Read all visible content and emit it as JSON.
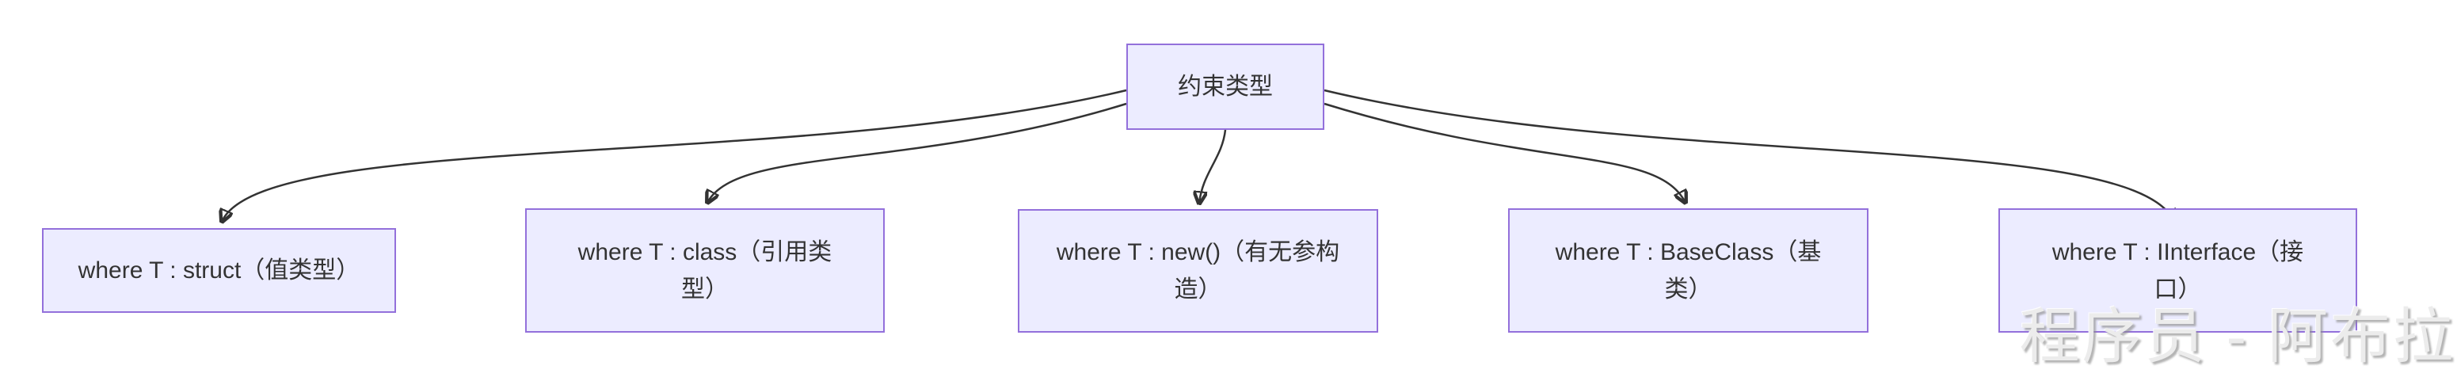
{
  "diagram": {
    "root": {
      "label": "约束类型",
      "lines": [
        "约束类型"
      ]
    },
    "children": [
      {
        "label": "where T : struct（值类型）",
        "lines": [
          "where T : struct（值类型）"
        ]
      },
      {
        "label": "where T : class（引用类型）",
        "lines": [
          "where T : class（引用类",
          "型）"
        ]
      },
      {
        "label": "where T : new()（有无参构造）",
        "lines": [
          "where T : new()（有无参构",
          "造）"
        ]
      },
      {
        "label": "where T : BaseClass（基类）",
        "lines": [
          "where T : BaseClass（基",
          "类）"
        ]
      },
      {
        "label": "where T : IInterface（接口）",
        "lines": [
          "where T : IInterface（接",
          "口）"
        ]
      }
    ],
    "colors": {
      "bg": "#ffffff",
      "node-fill": "#ECECFF",
      "node-border": "#9370DB",
      "edge": "#333333",
      "text": "#333333"
    }
  },
  "watermark": {
    "text": "程序员 - 阿布拉"
  }
}
